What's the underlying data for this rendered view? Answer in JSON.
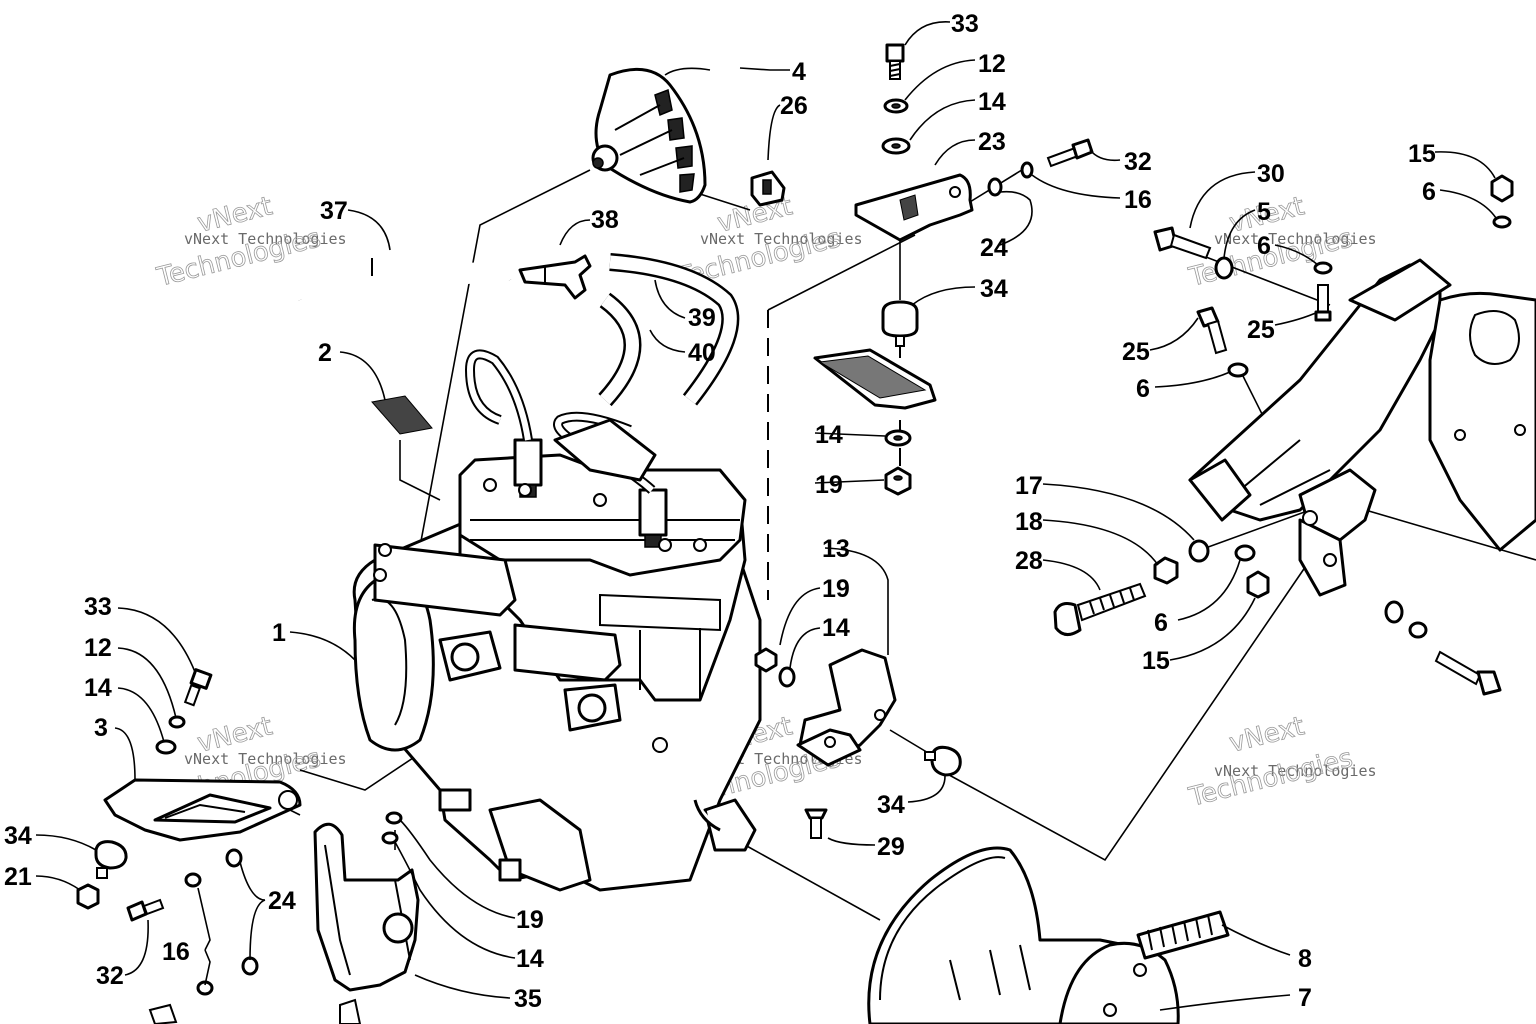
{
  "watermark": {
    "brand": "vNext",
    "line": "vNext Technologies",
    "word": "Technologies",
    "color": "#9a9a9a"
  },
  "callouts": {
    "c1": "1",
    "c2": "2",
    "c3": "3",
    "c4": "4",
    "c5": "5",
    "c6a": "6",
    "c6b": "6",
    "c6c": "6",
    "c6d": "6",
    "c7": "7",
    "c8": "8",
    "c12a": "12",
    "c12b": "12",
    "c13": "13",
    "c14a": "14",
    "c14b": "14",
    "c14c": "14",
    "c14d": "14",
    "c14e": "14",
    "c15a": "15",
    "c15b": "15",
    "c16a": "16",
    "c16b": "16",
    "c17": "17",
    "c18": "18",
    "c19a": "19",
    "c19b": "19",
    "c19c": "19",
    "c21": "21",
    "c23": "23",
    "c24a": "24",
    "c24b": "24",
    "c25a": "25",
    "c25b": "25",
    "c26": "26",
    "c28": "28",
    "c29": "29",
    "c30": "30",
    "c32a": "32",
    "c32b": "32",
    "c33a": "33",
    "c33b": "33",
    "c34a": "34",
    "c34b": "34",
    "c34c": "34",
    "c35": "35",
    "c37": "37",
    "c38": "38",
    "c39": "39",
    "c40": "40"
  }
}
